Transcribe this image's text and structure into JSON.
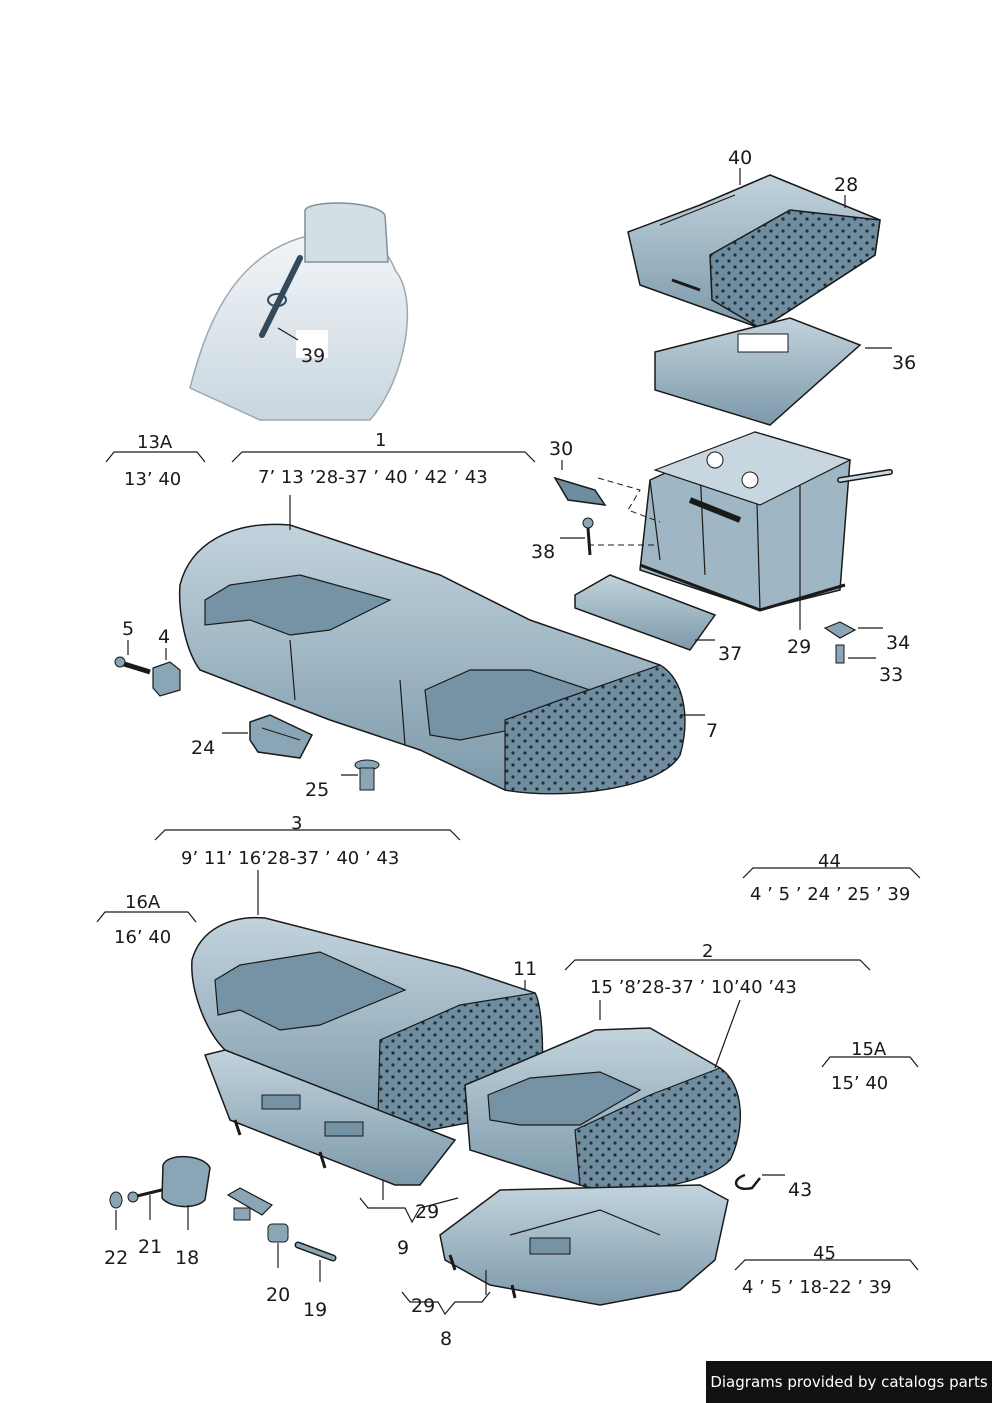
{
  "callouts": {
    "c40": "40",
    "c28": "28",
    "c36": "36",
    "c39": "39",
    "c30": "30",
    "c38": "38",
    "c29a": "29",
    "c34": "34",
    "c33": "33",
    "c37": "37",
    "c7": "7",
    "c5": "5",
    "c4": "4",
    "c24": "24",
    "c25": "25",
    "c11": "11",
    "c43": "43",
    "c22": "22",
    "c21": "21",
    "c18": "18",
    "c20": "20",
    "c19": "19",
    "c29b": "29",
    "c9": "9",
    "c29c": "29",
    "c8": "8"
  },
  "groups": {
    "g13a": {
      "head": "13A",
      "refs": "13’ 40"
    },
    "g1": {
      "head": "1",
      "refs": "7’ 13 ’28-37   ’ 40 ’ 42 ’ 43"
    },
    "g3": {
      "head": "3",
      "refs": "9’ 11’ 16’28-37    ’ 40  ’ 43"
    },
    "g16a": {
      "head": "16A",
      "refs": "16’ 40"
    },
    "g44": {
      "head": "44",
      "refs": "4 ’ 5 ’ 24 ’ 25 ’ 39"
    },
    "g2": {
      "head": "2",
      "refs": "15 ’8’28-37      ’     10’40  ’43"
    },
    "g15a": {
      "head": "15A",
      "refs": "15’ 40"
    },
    "g45": {
      "head": "45",
      "refs": "4 ’ 5 ’ 18-22   ’ 39"
    }
  },
  "footer": "Diagrams provided by catalogs parts",
  "colors": {
    "part_fill": "#8aa6b6",
    "part_light": "#b7cbd6",
    "part_dark": "#5e7d8e",
    "line": "#1a1a1a",
    "ghost": "#dde6ec"
  }
}
